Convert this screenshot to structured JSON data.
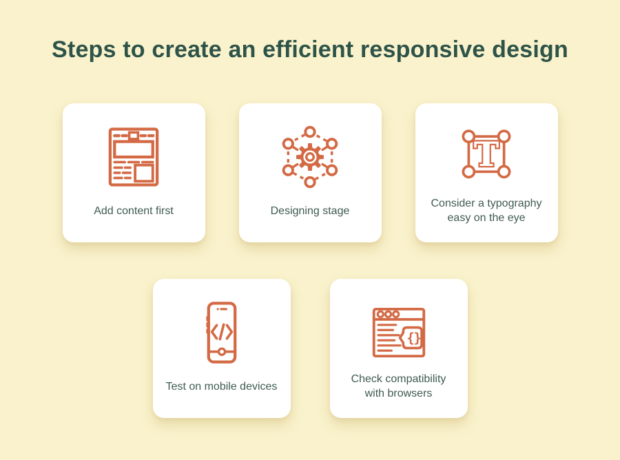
{
  "page": {
    "title": "Steps to create an efficient responsive design",
    "background_color": "#F9F2CC",
    "title_color": "#2E5348",
    "accent_color": "#D36A45",
    "label_color": "#3F5A52",
    "card_color": "#FFFFFF"
  },
  "cards": [
    {
      "id": "add-content-first",
      "label": "Add content first",
      "icon": "content-wireframe-icon"
    },
    {
      "id": "designing-stage",
      "label": "Designing stage",
      "icon": "network-gear-icon"
    },
    {
      "id": "typography",
      "label": "Consider a typography easy on the eye",
      "icon": "typography-frame-icon"
    },
    {
      "id": "test-mobile",
      "label": "Test on mobile devices",
      "icon": "mobile-code-icon"
    },
    {
      "id": "browser-compat",
      "label": "Check compatibility with browsers",
      "icon": "browser-code-icon"
    }
  ],
  "icon_glyphs": {
    "typography_letter": "T",
    "brace_open": "{",
    "brace_close": "}"
  }
}
